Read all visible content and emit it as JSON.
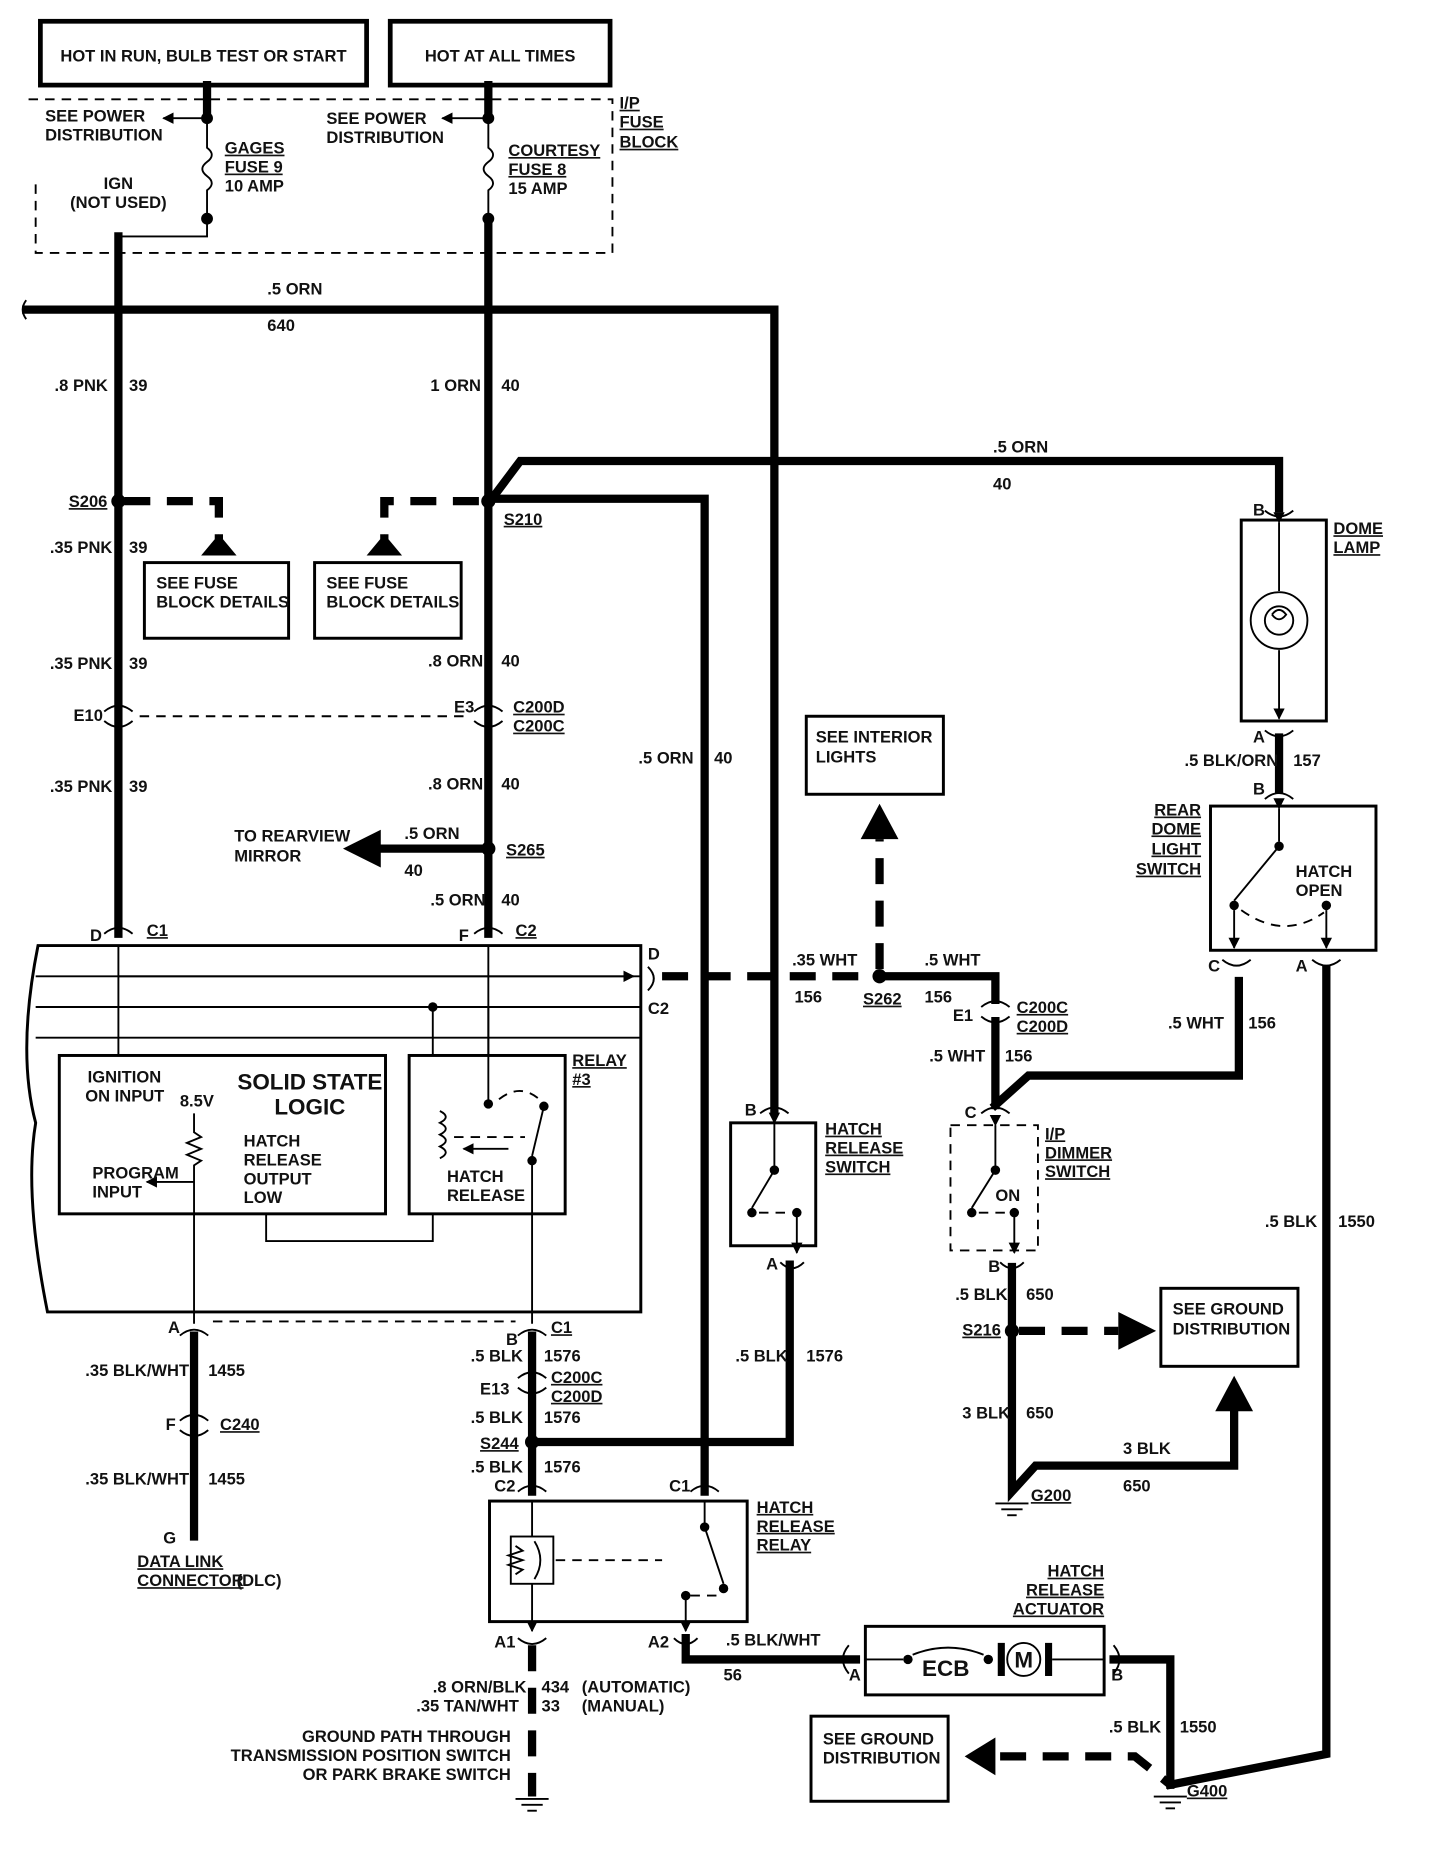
{
  "power": {
    "hot_run": "HOT IN RUN, BULB TEST OR START",
    "hot_all": "HOT AT ALL TIMES",
    "see_power_1": "SEE POWER",
    "see_power_1b": "DISTRIBUTION",
    "see_power_2": "SEE POWER",
    "see_power_2b": "DISTRIBUTION",
    "fuse9_a": "GAGES",
    "fuse9_b": "FUSE 9",
    "fuse9_c": "10 AMP",
    "fuse8_a": "COURTESY",
    "fuse8_b": "FUSE 8",
    "fuse8_c": "15 AMP",
    "ign_a": "IGN",
    "ign_b": "(NOT USED)",
    "ip_a": "I/P",
    "ip_b": "FUSE",
    "ip_c": "BLOCK"
  },
  "wires": {
    "w640_gauge": ".5 ORN",
    "w640_num": "640",
    "pnk8": ".8 PNK",
    "n39a": "39",
    "orn1": "1 ORN",
    "n40a": "40",
    "orn5_dome": ".5 ORN",
    "n40_dome": "40",
    "pnk35a": ".35 PNK",
    "n39b": "39",
    "pnk35b": ".35 PNK",
    "n39c": "39",
    "pnk35c": ".35 PNK",
    "n39d": "39",
    "orn8a": ".8 ORN",
    "n40b": "40",
    "orn8b": ".8 ORN",
    "n40c": "40",
    "orn5_mirror": ".5 ORN",
    "n40_mirror": "40",
    "orn5_f": ".5 ORN",
    "n40_f": "40",
    "orn5_relay": ".5 ORN",
    "n40_relay": "40",
    "wht35": ".35 WHT",
    "n156a": "156",
    "wht5a": ".5 WHT",
    "n156b": "156",
    "wht5b": ".5 WHT",
    "n156c": "156",
    "wht5c": ".5 WHT",
    "n156d": "156",
    "blkorn": ".5 BLK/ORN",
    "n157": "157",
    "blk1550a": ".5 BLK",
    "n1550a": "1550",
    "blk650a": ".5 BLK",
    "n650a": "650",
    "blk650b": "3 BLK",
    "n650b": "650",
    "blk650c": "3 BLK",
    "n650c": "650",
    "blk1576a": ".5 BLK",
    "n1576a": "1576",
    "blk1576b": ".5 BLK",
    "n1576b": "1576",
    "blk1576c": ".5 BLK",
    "n1576c": "1576",
    "blk1576d": ".5 BLK",
    "n1576d": "1576",
    "blkwht1": ".35 BLK/WHT",
    "n1455a": "1455",
    "blkwht2": ".35 BLK/WHT",
    "n1455b": "1455",
    "blkwht5": ".5 BLK/WHT",
    "n56": "56",
    "ornblk": ".8 ORN/BLK",
    "n434": "434",
    "auto": "(AUTOMATIC)",
    "tanwht": ".35 TAN/WHT",
    "n33": "33",
    "manual": "(MANUAL)",
    "blk1550b": ".5 BLK",
    "n1550b": "1550"
  },
  "splices": {
    "s206": "S206",
    "s210": "S210",
    "s265": "S265",
    "s262": "S262",
    "s216": "S216",
    "s244": "S244"
  },
  "connectors": {
    "e10": "E10",
    "e3": "E3",
    "c200d_a": "C200D",
    "c200c_a": "C200C",
    "d1": "D",
    "c1a": "C1",
    "f1": "F",
    "c2a": "C2",
    "d2": "D",
    "c2b": "C2",
    "e1": "E1",
    "c200c_b": "C200C",
    "c200d_b": "C200D",
    "b_dome": "B",
    "a_dome": "A",
    "b_rear": "B",
    "c_rear": "C",
    "a_rear": "A",
    "b_hatch": "B",
    "a_hatch": "A",
    "c_dim": "C",
    "b_dim": "B",
    "a_low": "A",
    "b_low": "B",
    "c1b": "C1",
    "e13": "E13",
    "c200c_c": "C200C",
    "c200d_c": "C200D",
    "f2": "F",
    "c240": "C240",
    "g_dlc": "G",
    "c2c": "C2",
    "c1c": "C1",
    "a1": "A1",
    "a2": "A2",
    "a_act": "A",
    "b_act": "B",
    "g200": "G200",
    "g400": "G400"
  },
  "components": {
    "fuse_details_1a": "SEE FUSE",
    "fuse_details_1b": "BLOCK DETAILS",
    "fuse_details_2a": "SEE FUSE",
    "fuse_details_2b": "BLOCK DETAILS",
    "mirror_a": "TO REARVIEW",
    "mirror_b": "MIRROR",
    "interior_a": "SEE INTERIOR",
    "interior_b": "LIGHTS",
    "dome_a": "DOME",
    "dome_b": "LAMP",
    "rear_a": "REAR",
    "rear_b": "DOME",
    "rear_c": "LIGHT",
    "rear_d": "SWITCH",
    "hatch_open_a": "HATCH",
    "hatch_open_b": "OPEN",
    "ign_input_a": "IGNITION",
    "ign_input_b": "ON INPUT",
    "ssl_a": "SOLID STATE",
    "ssl_b": "LOGIC",
    "volt": "8.5V",
    "hr_out_a": "HATCH",
    "hr_out_b": "RELEASE",
    "hr_out_c": "OUTPUT",
    "hr_out_d": "LOW",
    "prog_a": "PROGRAM",
    "prog_b": "INPUT",
    "relay3_a": "RELAY",
    "relay3_b": "#3",
    "hatch_rel_a": "HATCH",
    "hatch_rel_b": "RELEASE",
    "hrs_a": "HATCH",
    "hrs_b": "RELEASE",
    "hrs_c": "SWITCH",
    "dim_a": "I/P",
    "dim_b": "DIMMER",
    "dim_c": "SWITCH",
    "on": "ON",
    "ground_dist_1a": "SEE GROUND",
    "ground_dist_1b": "DISTRIBUTION",
    "ground_dist_2a": "SEE GROUND",
    "ground_dist_2b": "DISTRIBUTION",
    "dlc_a": "DATA LINK",
    "dlc_b": "CONNECTOR",
    "dlc_c": "(DLC)",
    "hrr_a": "HATCH",
    "hrr_b": "RELEASE",
    "hrr_c": "RELAY",
    "act_a": "HATCH",
    "act_b": "RELEASE",
    "act_c": "ACTUATOR",
    "ecb": "ECB",
    "motor": "M",
    "gp_a": "GROUND PATH THROUGH",
    "gp_b": "TRANSMISSION POSITION SWITCH",
    "gp_c": "OR PARK BRAKE SWITCH"
  }
}
